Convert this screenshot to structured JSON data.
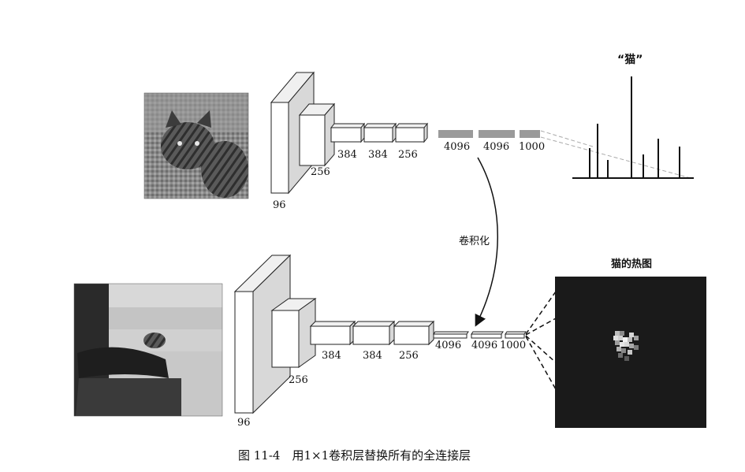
{
  "top_row": {
    "conv_labels": [
      "96",
      "256",
      "384",
      "384",
      "256"
    ],
    "fc_labels": [
      "4096",
      "4096",
      "1000"
    ],
    "peak_label": "“猫”"
  },
  "bottom_row": {
    "conv_labels": [
      "96",
      "256",
      "384",
      "384",
      "256"
    ],
    "fc_labels": [
      "4096",
      "4096",
      "1000"
    ],
    "heatmap_title": "猫的热图"
  },
  "arrow_label": "卷积化",
  "caption": "图 11-4　用1×1卷积层替换所有的全连接层",
  "colors": {
    "fc_bar": "#9a9a9a",
    "heatmap_bg": "#1a1a1a",
    "line": "#222222"
  },
  "icons": [
    "cat-photo",
    "motorcycle-cat-photo",
    "bar-spectrum",
    "heatmap"
  ]
}
